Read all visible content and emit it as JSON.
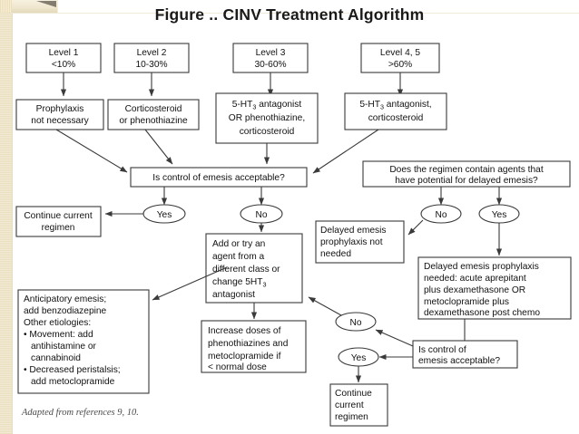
{
  "slide": {
    "title": "Figure  .. CINV Treatment Algorithm",
    "footer": "Adapted from references 9, 10.",
    "background_color": "#ffffff",
    "border_color": "#eadfc0",
    "line_color": "#3a3a3a"
  },
  "flowchart": {
    "type": "flowchart",
    "orientation": "top-down",
    "nodes": {
      "level1": {
        "line1": "Level 1",
        "line2": "<10%"
      },
      "level2": {
        "line1": "Level 2",
        "line2": "10-30%"
      },
      "level3": {
        "line1": "Level 3",
        "line2": "30-60%"
      },
      "level45": {
        "line1": "Level 4, 5",
        "line2": ">60%"
      },
      "tx1": {
        "line1": "Prophylaxis",
        "line2": "not necessary"
      },
      "tx2": {
        "line1": "Corticosteroid",
        "line2": "or phenothiazine"
      },
      "tx3": {
        "line1a": "5-HT",
        "sub": "3",
        "line1b": " antagonist",
        "line2": "OR phenothiazine,",
        "line3": "corticosteroid"
      },
      "tx4": {
        "line1a": "5-HT",
        "sub": "3",
        "line1b": " antagonist,",
        "line2": "corticosteroid"
      },
      "decision_control": {
        "line1": "Is control of emesis acceptable?"
      },
      "continue_left": {
        "line1": "Continue current",
        "line2": "regimen"
      },
      "add_or_try": {
        "line1": "Add or try an",
        "line2": "agent from a",
        "line3": "different class or",
        "line4a": "change 5HT",
        "sub": "3",
        "line5": "antagonist"
      },
      "increase_doses": {
        "line1": "Increase doses of",
        "line2": "phenothiazines and",
        "line3": "metoclopramide if",
        "line4": "< normal  dose"
      },
      "anticipatory": {
        "line1": "Anticipatory emesis;",
        "line2": "add benzodiazepine",
        "line3": "Other etiologies:",
        "line4": "• Movement: add",
        "line5": "antihistamine or",
        "line6": "cannabinoid",
        "line7": "• Decreased peristalsis;",
        "line8": "add metoclopramide"
      },
      "decision_delayed": {
        "line1": "Does the regimen contain agents that",
        "line2": "have potential for delayed emesis?"
      },
      "no_prophylaxis": {
        "line1": "Delayed emesis",
        "line2": "prophylaxis not",
        "line3": "needed"
      },
      "delayed_needed": {
        "line1": "Delayed emesis prophylaxis",
        "line2": "needed: acute aprepitant",
        "line3": "plus dexamethasone OR",
        "line4": "metoclopramide plus",
        "line5": "dexamethasone post chemo"
      },
      "decision_control2": {
        "line1": "Is control of",
        "line2": "emesis acceptable?"
      },
      "continue_bottom": {
        "line1": "Continue",
        "line2": "current",
        "line3": "regimen"
      }
    },
    "decision_labels": {
      "yes_left": "Yes",
      "no_center": "No",
      "no_right": "No",
      "yes_right": "Yes",
      "no_bottom": "No",
      "yes_bottom": "Yes"
    }
  }
}
